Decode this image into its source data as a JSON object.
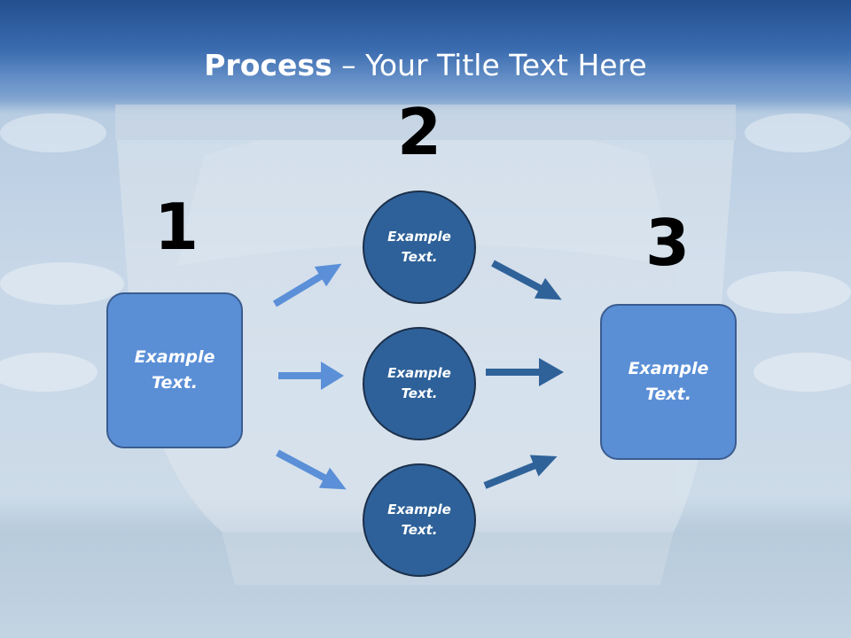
{
  "title": {
    "bold": "Process",
    "rest": " – Your Title Text Here"
  },
  "steps": [
    {
      "number": "1",
      "text_line1": "Example",
      "text_line2": "Text."
    },
    {
      "number": "2"
    },
    {
      "number": "3",
      "text_line1": "Example",
      "text_line2": "Text."
    }
  ],
  "circles": [
    {
      "line1": "Example",
      "line2": "Text."
    },
    {
      "line1": "Example",
      "line2": "Text."
    },
    {
      "line1": "Example",
      "line2": "Text."
    }
  ],
  "colors": {
    "left_arrows": "#5b8fd8",
    "right_arrows": "#2f6299",
    "box_fill": "#5a8fd6",
    "circle_fill": "#2e6199"
  }
}
